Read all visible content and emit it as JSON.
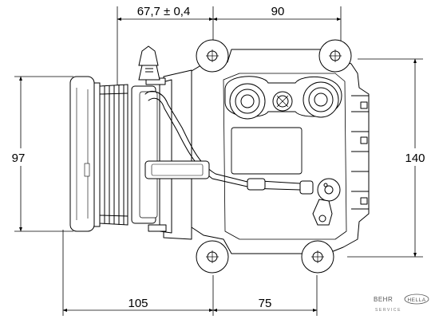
{
  "dimensions": {
    "top_left": "67,7 ± 0,4",
    "top_right": "90",
    "left": "97",
    "right": "140",
    "bottom_left": "105",
    "bottom_right": "75"
  },
  "logo": {
    "behr": "BEHR",
    "hella": "HELLA",
    "service": "SERVICE"
  }
}
